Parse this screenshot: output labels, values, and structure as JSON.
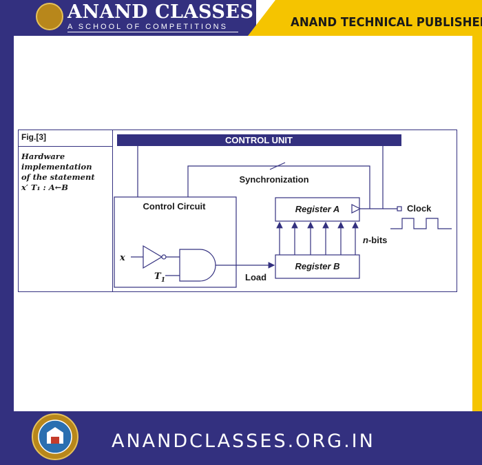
{
  "header": {
    "brand_title": "ANAND CLASSES",
    "brand_subtitle": "A SCHOOL OF COMPETITIONS",
    "publisher": "ANAND TECHNICAL PUBLISHERS",
    "logo_icon": "anand-classes-emblem-icon"
  },
  "figure": {
    "label": "Fig.[3]",
    "description_lines": [
      "Hardware",
      "implementation",
      "of the statement"
    ],
    "statement": "x′ T₁ : A←B"
  },
  "diagram": {
    "control_unit": "CONTROL UNIT",
    "synchronization": "Synchronization",
    "control_circuit": "Control Circuit",
    "register_a": "Register A",
    "register_b": "Register B",
    "clock": "Clock",
    "nbits_var": "n",
    "nbits_rest": "-bits",
    "load": "Load",
    "input_x": "x",
    "input_t": "T",
    "input_t_sub": "1"
  },
  "footer": {
    "url": "ANANDCLASSES.ORG.IN",
    "logo_icon": "anand-classes-house-of-education-emblem-icon"
  },
  "colors": {
    "navy": "#33307f",
    "gold": "#f5c400",
    "diagram_line": "#33307f",
    "text": "#1a1a1a"
  }
}
